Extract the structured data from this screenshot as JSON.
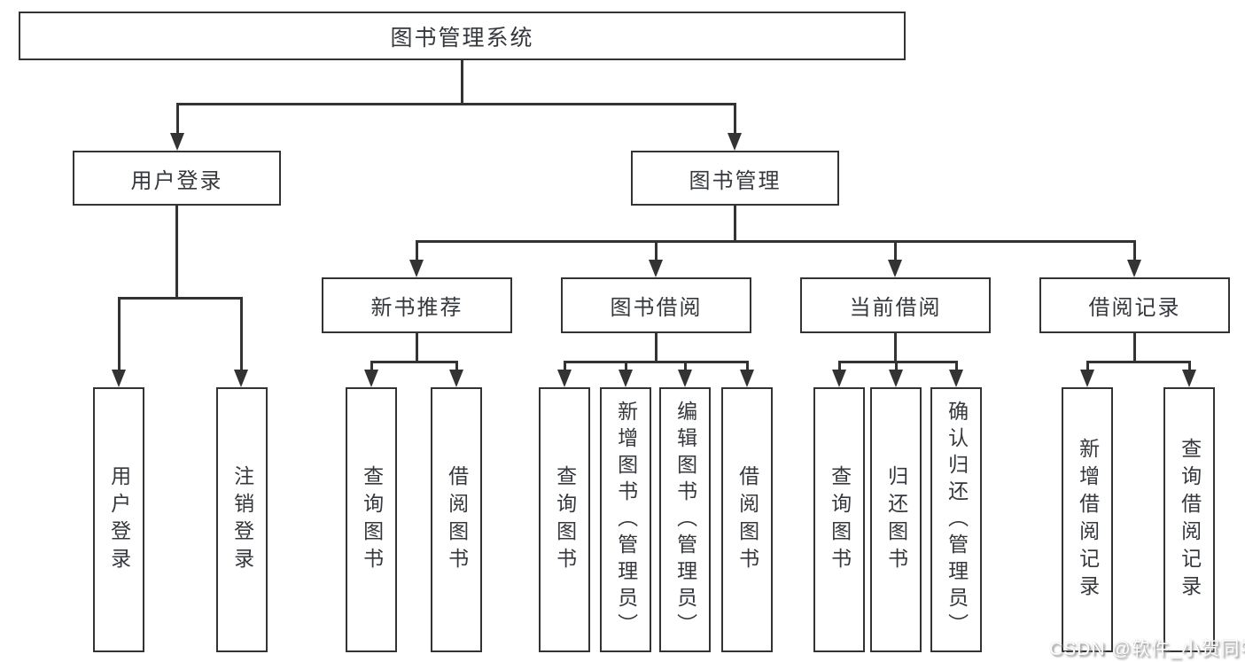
{
  "tree": {
    "root": "图书管理系统",
    "branches": [
      {
        "label": "用户登录",
        "children": [
          "用户登录",
          "注销登录"
        ]
      },
      {
        "label": "图书管理",
        "children": [
          {
            "label": "新书推荐",
            "children": [
              "查询图书",
              "借阅图书"
            ]
          },
          {
            "label": "图书借阅",
            "children": [
              "查询图书",
              "新增图书（管理员）",
              "编辑图书（管理员）",
              "借阅图书"
            ]
          },
          {
            "label": "当前借阅",
            "children": [
              "查询图书",
              "归还图书",
              "确认归还（管理员）"
            ]
          },
          {
            "label": "借阅记录",
            "children": [
              "新增借阅记录",
              "查询借阅记录"
            ]
          }
        ]
      }
    ]
  },
  "colors": {
    "line": "#333333",
    "text": "#35383c",
    "background": "#ffffff"
  },
  "watermark": {
    "text": "CSDN @软件_小贺同学"
  }
}
